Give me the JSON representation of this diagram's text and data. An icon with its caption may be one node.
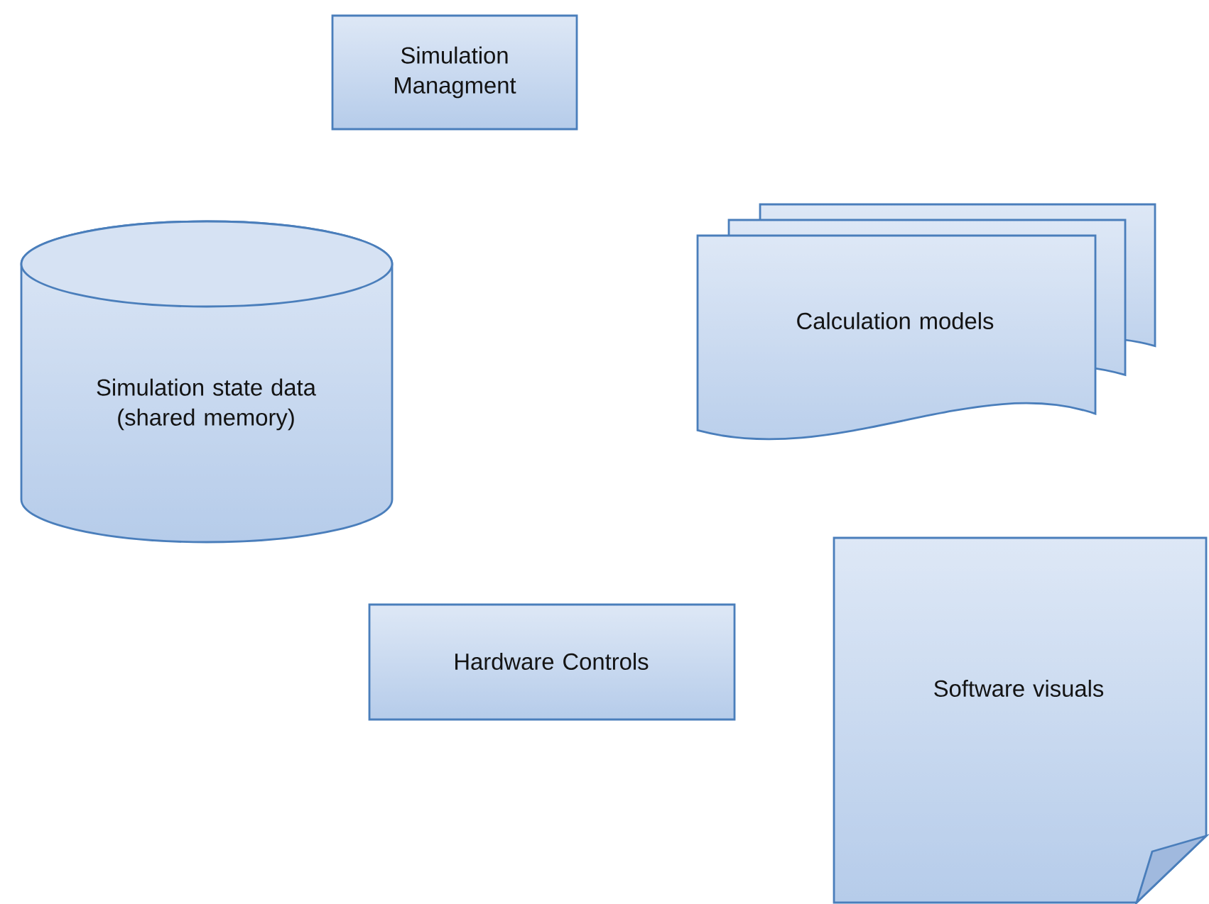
{
  "diagram": {
    "nodes": [
      {
        "text": [
          "Simulation Managment"
        ]
      },
      {
        "text": [
          "Simulation state data (shared memory)"
        ]
      },
      {
        "text": [
          "Calculation models"
        ]
      },
      {
        "text": [
          "Hardware Controls"
        ]
      },
      {
        "text": [
          "Software visuals"
        ]
      }
    ]
  }
}
